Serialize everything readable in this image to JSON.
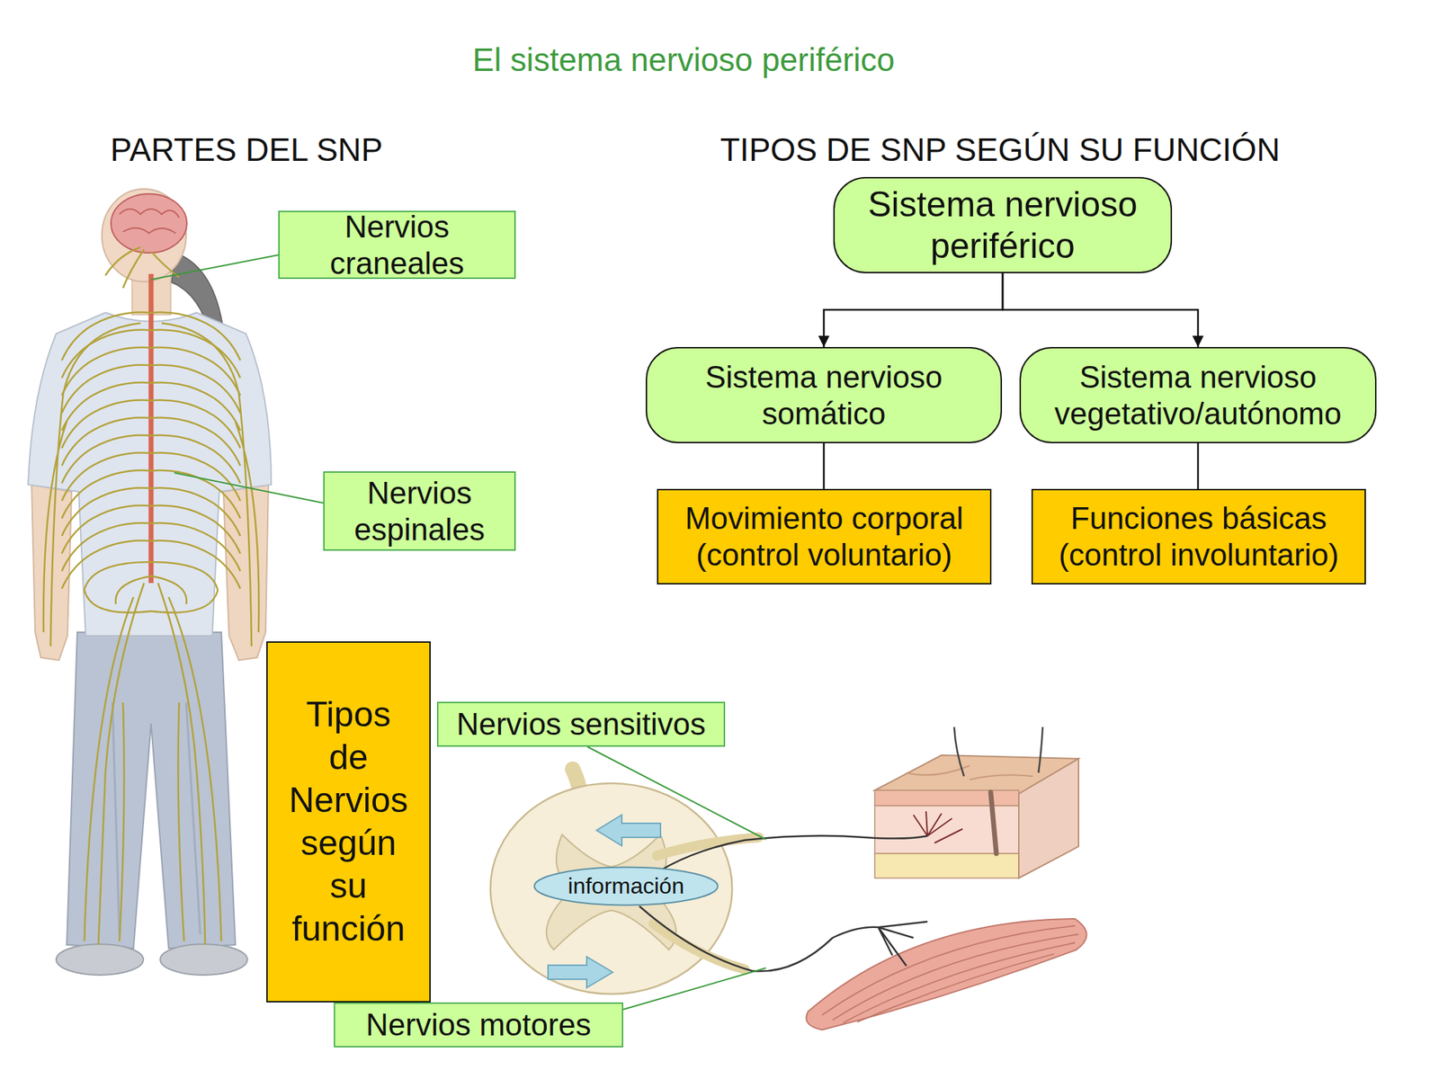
{
  "diagram": {
    "title": "El sistema nervioso periférico",
    "nodes": [
      {
        "text": [
          "Nervios craneales"
        ]
      },
      {
        "text": [
          "Nervios espinales"
        ]
      },
      {
        "text": [
          "Sistema nervioso periférico"
        ]
      },
      {
        "text": [
          "Sistema nervioso somático"
        ]
      },
      {
        "text": [
          "Sistema nervioso vegetativo/autónomo"
        ]
      },
      {
        "text": [
          "Movimiento corporal (control voluntario)"
        ]
      },
      {
        "text": [
          "Funciones básicas (control involuntario)"
        ]
      },
      {
        "text": [
          "Tipos de Nervios según su función"
        ]
      },
      {
        "text": [
          "Nervios sensitivos"
        ]
      },
      {
        "text": [
          "información"
        ]
      },
      {
        "text": [
          "Nervios motores"
        ]
      }
    ],
    "edges": [
      {
        "from": 2,
        "to": 3,
        "arrow": "to"
      },
      {
        "from": 2,
        "to": 4,
        "arrow": "to"
      },
      {
        "from": 3,
        "to": 5,
        "arrow": "none"
      },
      {
        "from": 4,
        "to": 6,
        "arrow": "none"
      }
    ],
    "labels": [
      "PARTES DEL SNP",
      "TIPOS DE SNP SEGÚN SU FUNCIÓN"
    ]
  }
}
